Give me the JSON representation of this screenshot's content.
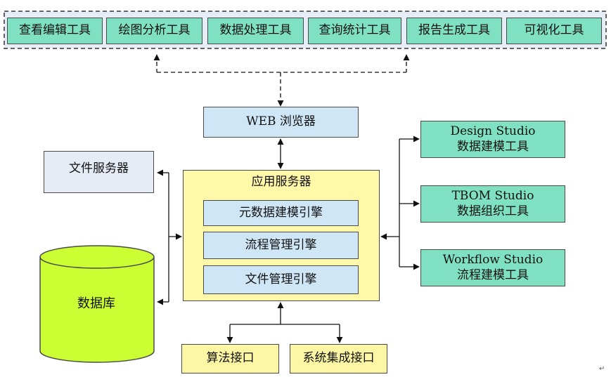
{
  "tools": [
    {
      "label": "查看编辑工具"
    },
    {
      "label": "绘图分析工具"
    },
    {
      "label": "数据处理工具"
    },
    {
      "label": "查询统计工具"
    },
    {
      "label": "报告生成工具"
    },
    {
      "label": "可视化工具"
    }
  ],
  "browser": {
    "label": "WEB 浏览器"
  },
  "file_server": {
    "label": "文件服务器"
  },
  "database": {
    "label": "数据库"
  },
  "app_server": {
    "title": "应用服务器",
    "engines": [
      {
        "label": "元数据建模引擎"
      },
      {
        "label": "流程管理引擎"
      },
      {
        "label": "文件管理引擎"
      }
    ]
  },
  "studios": [
    {
      "title": "Design Studio",
      "subtitle": "数据建模工具"
    },
    {
      "title": "TBOM Studio",
      "subtitle": "数据组织工具"
    },
    {
      "title": "Workflow Studio",
      "subtitle": "流程建模工具"
    }
  ],
  "interfaces": [
    {
      "label": "算法接口"
    },
    {
      "label": "系统集成接口"
    }
  ],
  "colors": {
    "tool_fill": "#7fe0c2",
    "toolbar_fill": "#e7edf7",
    "browser_fill": "#cfe6f6",
    "app_server_fill": "#fff8a8",
    "database_fill": "#ccff33",
    "interface_fill": "#fdf6a5"
  }
}
